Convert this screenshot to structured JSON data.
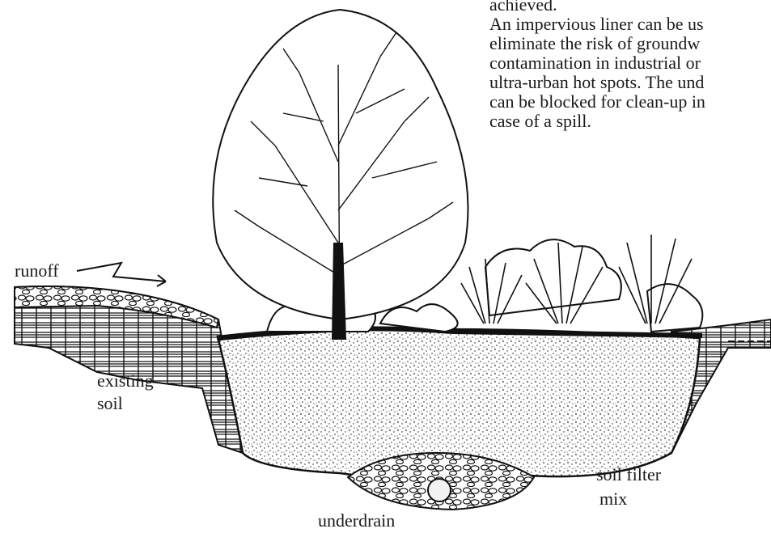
{
  "caption": {
    "lines": [
      "achieved.",
      "An impervious liner can be us",
      "eliminate  the risk of groundw",
      "contamination in industrial or",
      "ultra-urban hot spots.  The und",
      "can be blocked for clean-up in",
      "case of a spill."
    ]
  },
  "labels": {
    "runoff": "runoff",
    "existing_soil_1": "existing",
    "existing_soil_2": "soil",
    "soil_filter_1": "soil filter",
    "soil_filter_2": "mix",
    "underdrain": "underdrain"
  },
  "colors": {
    "ink": "#1a1a1a",
    "paper": "#ffffff"
  }
}
